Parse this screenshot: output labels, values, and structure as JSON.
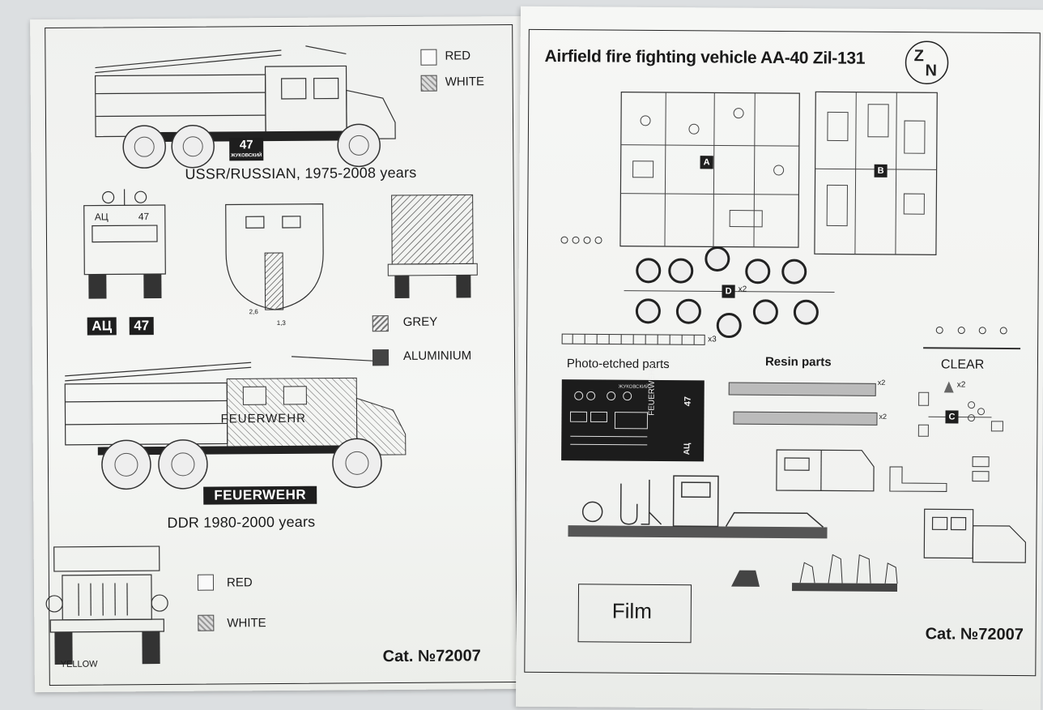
{
  "left": {
    "swatches_top": [
      {
        "name": "red",
        "label": "RED"
      },
      {
        "name": "white",
        "label": "WHITE"
      }
    ],
    "plate_number": "47",
    "plate_city": "ЖУКОВСКИЙ",
    "ussr_caption": "USSR/RUSSIAN, 1975-2008 years",
    "front_text_left": "АЦ",
    "front_text_right": "47",
    "markings_ac": "АЦ",
    "markings_47": "47",
    "dim_a": "2,6",
    "dim_b": "1,3",
    "swatches_mid": [
      {
        "name": "grey",
        "label": "GREY"
      },
      {
        "name": "aluminium",
        "label": "ALUMINIUM"
      }
    ],
    "feuerwehr_side": "FEUERWEHR",
    "feuerwehr_plate": "FEUERWEHR",
    "ddr_caption": "DDR 1980-2000 years",
    "swatches_bottom": [
      {
        "name": "red",
        "label": "RED"
      },
      {
        "name": "white",
        "label": "WHITE"
      }
    ],
    "yellow_label": "YELLOW",
    "catalog": "Cat. №72007"
  },
  "right": {
    "title": "Airfield fire fighting vehicle AA-40 Zil-131",
    "sprue_a": "A",
    "sprue_b": "B",
    "sprue_c": "C",
    "sprue_d": "D",
    "x2_d": "x2",
    "x3_ladder": "x3",
    "pe_label": "Photo-etched parts",
    "resin_label": "Resin parts",
    "clear_label": "CLEAR",
    "x2_clear": "x2",
    "x2_resin_1": "x2",
    "x2_resin_2": "x2",
    "pe_feuerwehr": "FEUERWEHR",
    "pe_47": "47",
    "pe_ac": "АЦ",
    "pe_city": "ЖУКОВСКИЙ",
    "film_label": "Film",
    "catalog": "Cat. №72007"
  }
}
